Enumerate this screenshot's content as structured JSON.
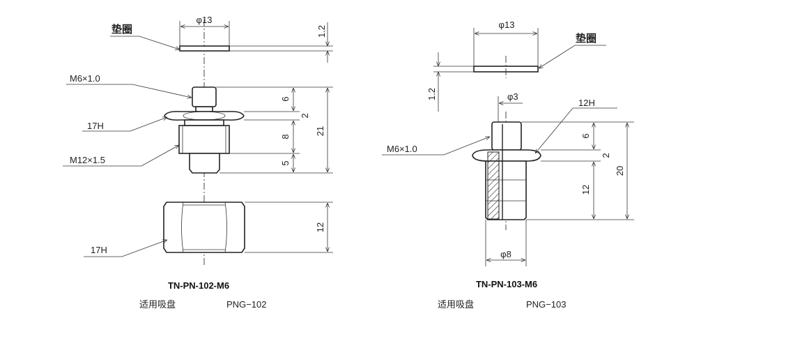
{
  "left": {
    "washer_label": "垫圈",
    "dia": "φ13",
    "washer_thickness": "1.2",
    "thread_top": "M6×1.0",
    "hex_top": "17H",
    "thread_bottom": "M12×1.5",
    "dims": [
      "6",
      "2",
      "8",
      "5"
    ],
    "total": "21",
    "nut_label": "17H",
    "nut_height": "12",
    "model": "TN-PN-102-M6",
    "applicable_label": "适用吸盘",
    "applicable_value": "PNG−102"
  },
  "right": {
    "washer_label": "垫圈",
    "dia": "φ13",
    "washer_thickness": "1.2",
    "bore": "φ3",
    "hex": "12H",
    "thread": "M6×1.0",
    "dims": [
      "6",
      "2",
      "12"
    ],
    "total": "20",
    "body_dia": "φ8",
    "model": "TN-PN-103-M6",
    "applicable_label": "适用吸盘",
    "applicable_value": "PNG−103"
  }
}
